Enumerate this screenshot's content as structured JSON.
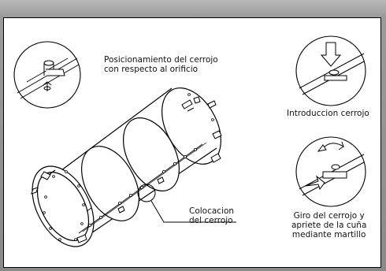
{
  "labels": {
    "positioning": "Posicionamiento del cerrojo\ncon respecto al orificio",
    "introduction": "Introduccion cerrojo",
    "placement": "Colocacion\ndel cerrojo",
    "turn": "Giro del cerrojo y\napriete de la cuña\nmediante martillo"
  }
}
